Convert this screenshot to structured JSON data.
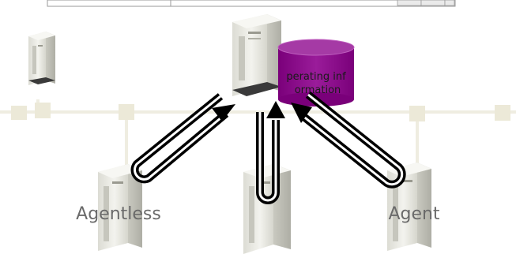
{
  "diagram": {
    "database_label_line1": "perating inf",
    "database_label_line2": "ormation",
    "server_left_label": "Agentless",
    "server_right_label": "Agent"
  },
  "colors": {
    "network": "#efede1",
    "network_node": "#ece9d8",
    "database_fill": "#8a0a8a",
    "database_top": "#a53aa5",
    "arrow": "#000000",
    "arrow_inner": "#ffffff",
    "label": "#6a6a6a"
  }
}
